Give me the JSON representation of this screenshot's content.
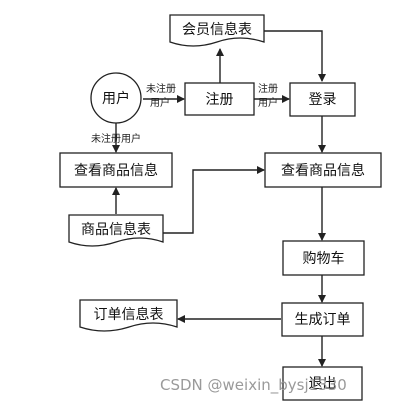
{
  "nodes": {
    "user": "用户",
    "register": "注册",
    "member_table": "会员信息表",
    "login": "登录",
    "view_left": "查看商品信息",
    "product_table": "商品信息表",
    "view_right": "查看商品信息",
    "cart": "购物车",
    "create_order": "生成订单",
    "order_table": "订单信息表",
    "exit": "退出"
  },
  "edges": {
    "user_to_register_l1": "未注册",
    "user_to_register_l2": "用户",
    "register_to_login_l1": "注册",
    "register_to_login_l2": "用户",
    "user_to_view": "未注册用户"
  },
  "watermark": "CSDN @weixin_bysj1330"
}
